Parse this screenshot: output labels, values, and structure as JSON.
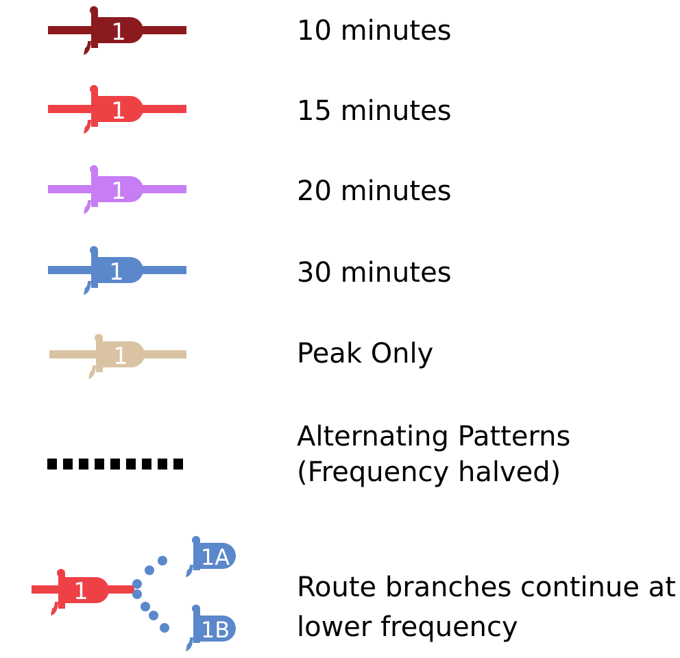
{
  "legend": {
    "items": [
      {
        "route_label": "1",
        "color": "#8b1a1f",
        "label": "10 minutes"
      },
      {
        "route_label": "1",
        "color": "#ee4146",
        "label": "15 minutes"
      },
      {
        "route_label": "1",
        "color": "#c77df3",
        "label": "20 minutes"
      },
      {
        "route_label": "1",
        "color": "#5b87cb",
        "label": "30 minutes"
      },
      {
        "route_label": "1",
        "color": "#d9c3a3",
        "label": "Peak Only"
      }
    ],
    "alternating": {
      "line1": "Alternating Patterns",
      "line2": "(Frequency halved)",
      "color": "#000000"
    },
    "branches": {
      "main_label": "1",
      "branch_a_label": "1A",
      "branch_b_label": "1B",
      "main_color": "#ee4146",
      "branch_color": "#5b87cb",
      "line1": "Route branches continue at",
      "line2": "lower frequency"
    }
  }
}
